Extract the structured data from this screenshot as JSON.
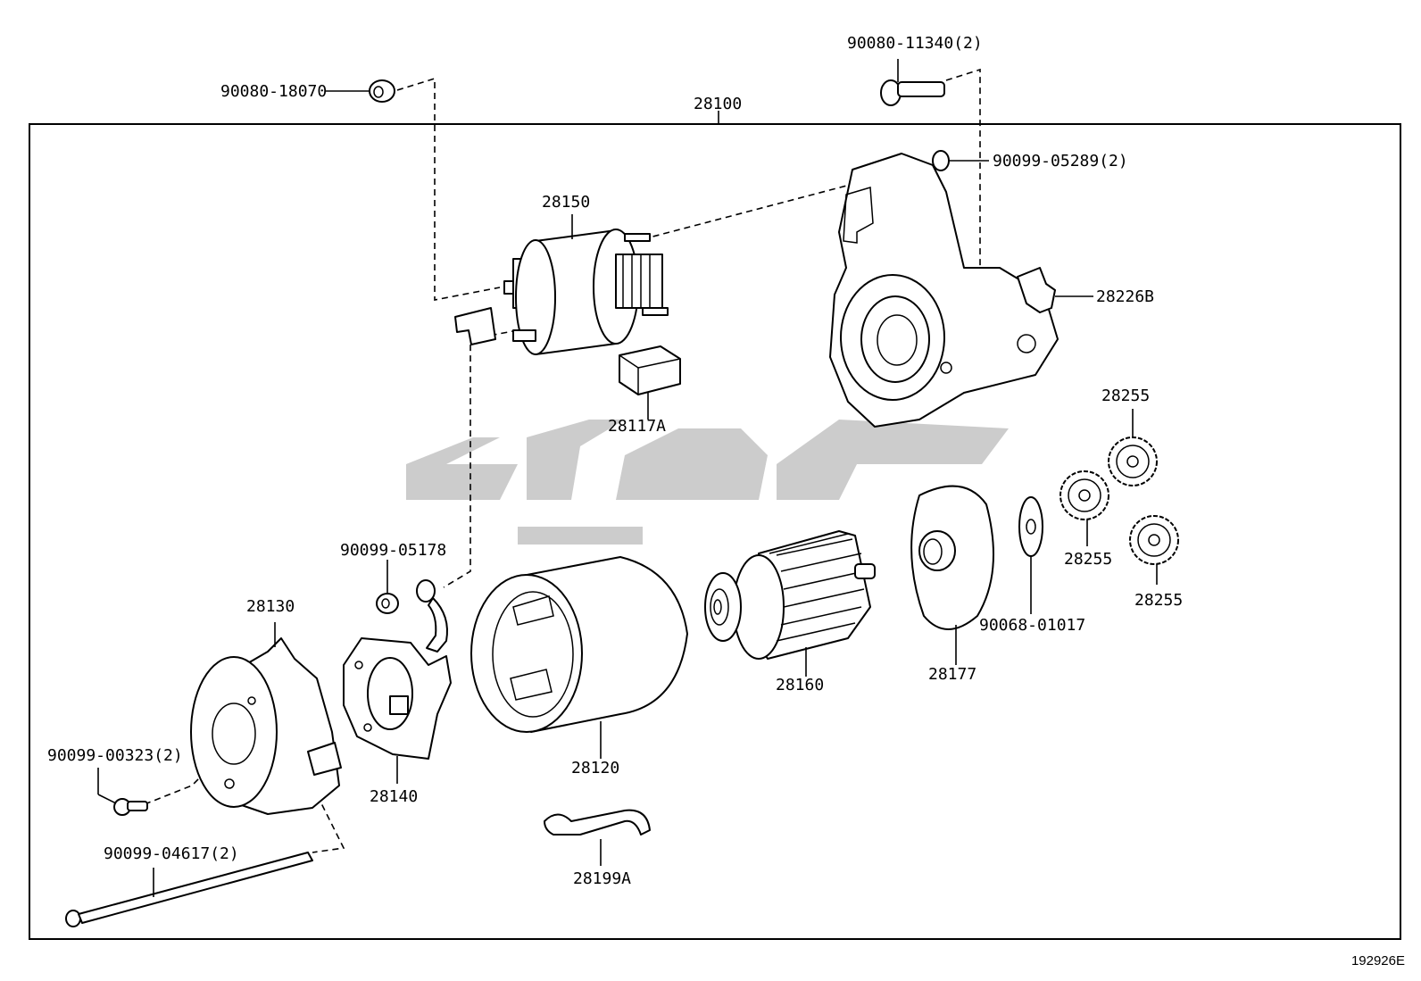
{
  "assembly_label": "28100",
  "figure_code": "192926E",
  "parts": {
    "p_90080_18070": "90080-18070",
    "p_90080_11340": "90080-11340(2)",
    "p_90099_05289": "90099-05289(2)",
    "p_28150": "28150",
    "p_28226b": "28226B",
    "p_28117a": "28117A",
    "p_28255_a": "28255",
    "p_28255_b": "28255",
    "p_28255_c": "28255",
    "p_90099_05178": "90099-05178",
    "p_28130": "28130",
    "p_28160": "28160",
    "p_28177": "28177",
    "p_90068_01017": "90068-01017",
    "p_90099_00323": "90099-00323(2)",
    "p_28140": "28140",
    "p_28120": "28120",
    "p_28199a": "28199A",
    "p_90099_04617": "90099-04617(2)"
  }
}
